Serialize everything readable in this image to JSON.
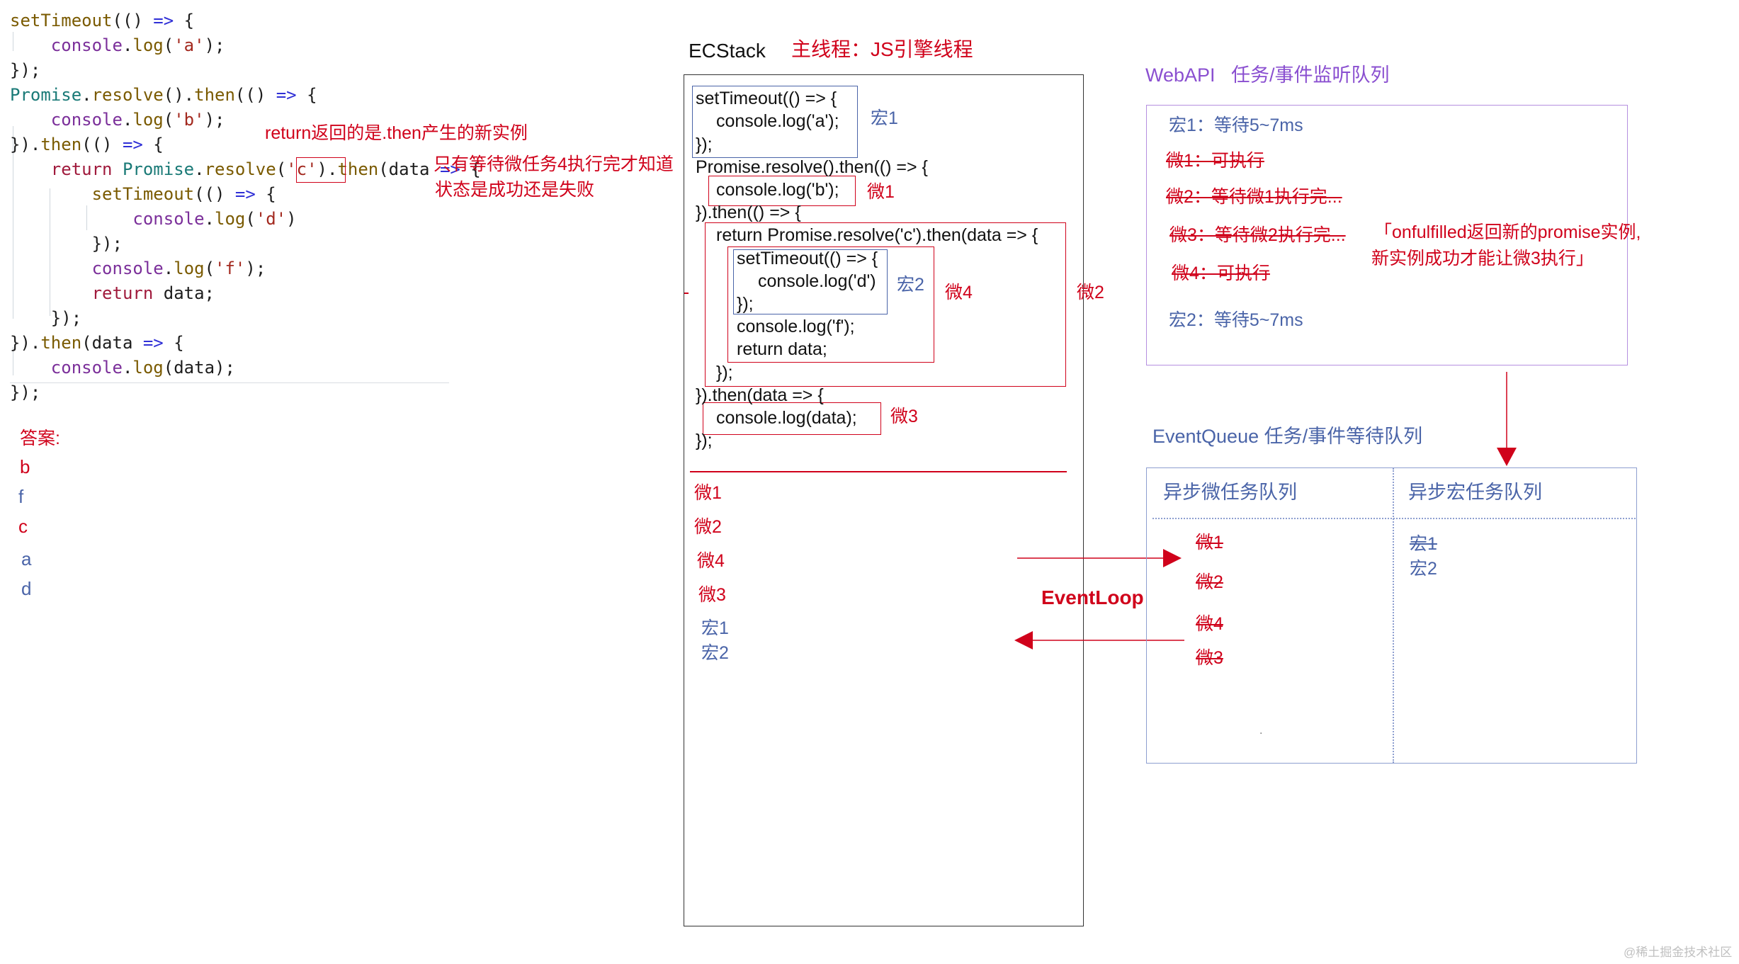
{
  "code": {
    "lines": [
      "setTimeout(() => {",
      "    console.log('a');",
      "});",
      "Promise.resolve().then(() => {",
      "    console.log('b');",
      "}).then(() => {",
      "    return Promise.resolve('c').then(data => {",
      "        setTimeout(() => {",
      "            console.log('d')",
      "        });",
      "        console.log('f');",
      "        return data;",
      "    });",
      "}).then(data => {",
      "    console.log(data);",
      "});"
    ],
    "note1": "return返回的是.then产生的新实例",
    "note2_line1": "只有等待微任务4执行完才知道",
    "note2_line2": "状态是成功还是失败"
  },
  "answer": {
    "label": "答案:",
    "items": [
      "b",
      "f",
      "c",
      "a",
      "d"
    ]
  },
  "ecstack": {
    "title": "ECStack",
    "subtitle": "主线程：JS引擎线程",
    "code": {
      "l1": "setTimeout(() => {",
      "l2": "console.log('a');",
      "l3": "});",
      "l4": "Promise.resolve().then(() => {",
      "l5": "console.log('b');",
      "l6": "}).then(() => {",
      "l7": "return Promise.resolve('c').then(data => {",
      "l8": "setTimeout(() => {",
      "l9": "console.log('d')",
      "l10": "});",
      "l11": "console.log('f');",
      "l12": "return data;",
      "l13": "});",
      "l14": "}).then(data => {",
      "l15": "console.log(data);",
      "l16": "});"
    },
    "tags": {
      "macro1": "宏1",
      "micro1": "微1",
      "macro2": "宏2",
      "micro4": "微4",
      "micro2": "微2",
      "micro3": "微3"
    },
    "order": [
      "微1",
      "微2",
      "微4",
      "微3"
    ],
    "order_macro": [
      "宏1",
      "宏2"
    ]
  },
  "webapi": {
    "title": "WebAPI   任务/事件监听队列",
    "items": [
      "宏1：等待5~7ms",
      "微1：可执行",
      "微2：等待微1执行完...",
      "微3：等待微2执行完...",
      "微4：可执行",
      "宏2：等待5~7ms"
    ],
    "note_line1": "「onfulfilled返回新的promise实例,",
    "note_line2": "新实例成功才能让微3执行」"
  },
  "eventqueue": {
    "title": "EventQueue 任务/事件等待队列",
    "micro_header": "异步微任务队列",
    "macro_header": "异步宏任务队列",
    "micro_items": [
      "微1",
      "微2",
      "微4",
      "微3"
    ],
    "macro_items": [
      "宏1",
      "宏2"
    ],
    "dot": "."
  },
  "eventloop_label": "EventLoop",
  "watermark": "@稀土掘金技术社区",
  "colors": {
    "red": "#d0021b",
    "blue": "#4a64a8",
    "purple": "#8a4fd0",
    "box_purple": "#b58fe0",
    "box_blue": "#8e9fd0"
  }
}
